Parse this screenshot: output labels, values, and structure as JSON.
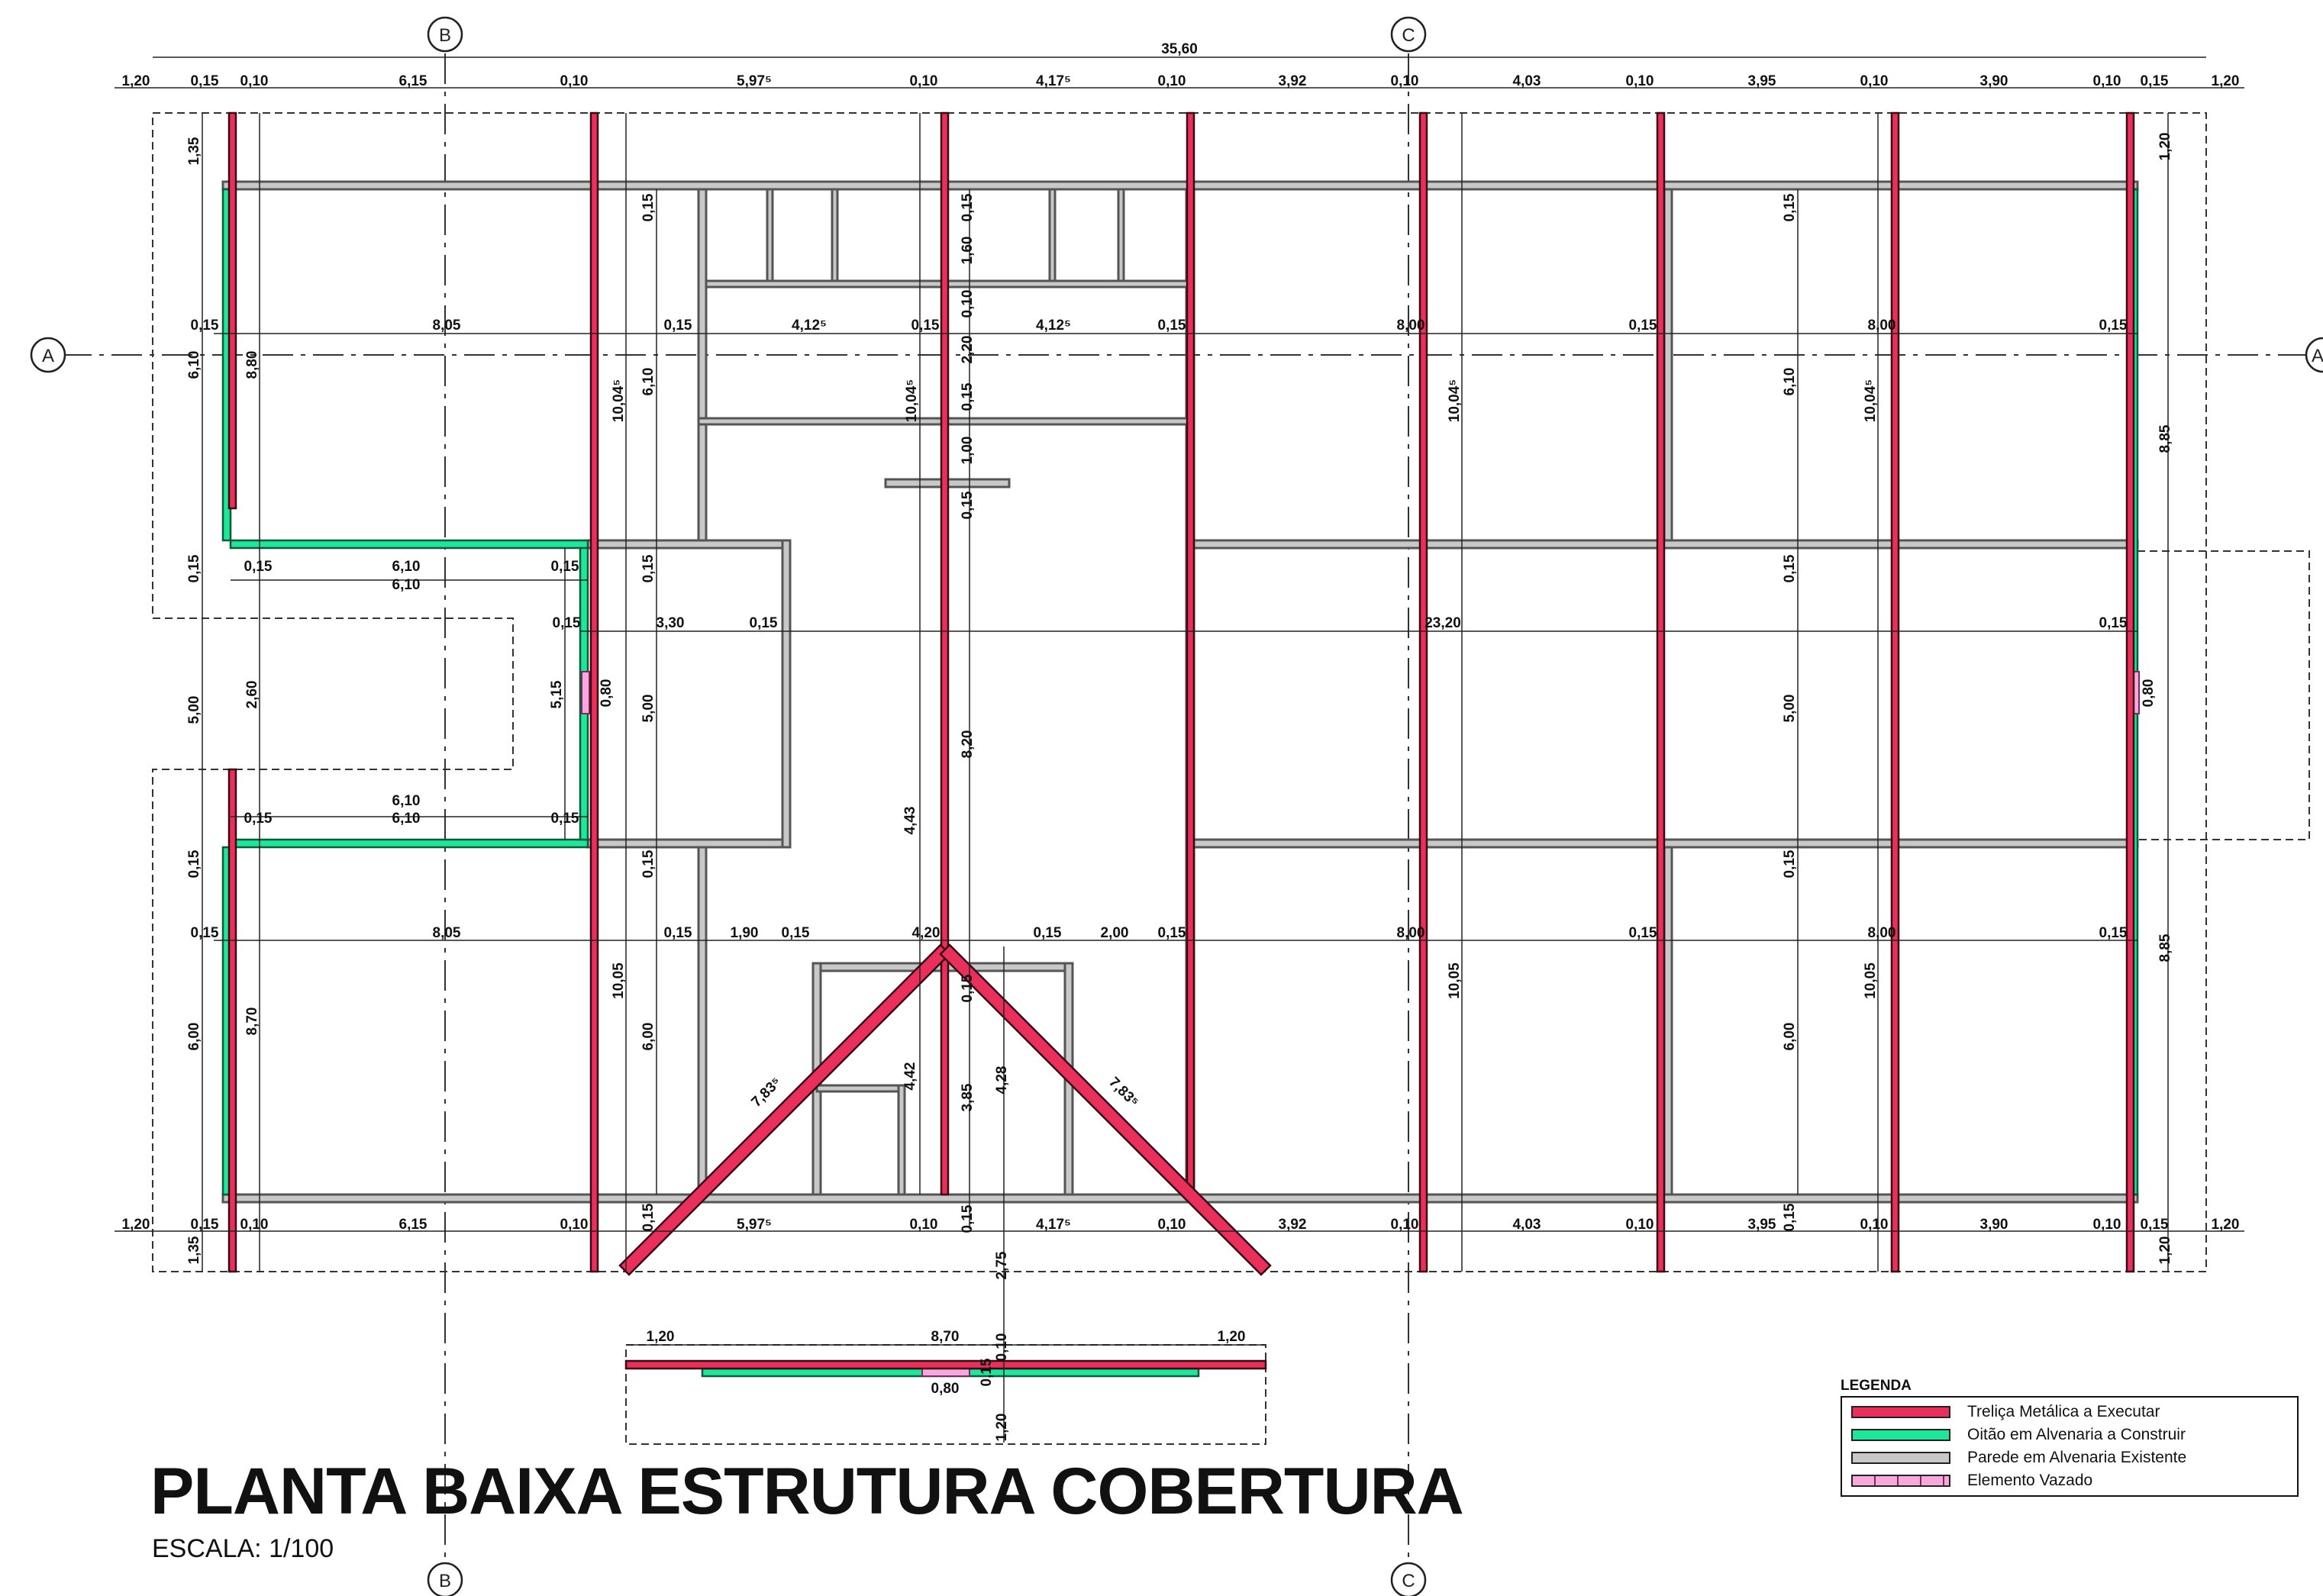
{
  "title": "PLANTA BAIXA ESTRUTURA COBERTURA",
  "scale": "ESCALA: 1/100",
  "grid_axes": {
    "A": "A",
    "B": "B",
    "C": "C"
  },
  "legend": {
    "title": "LEGENDA",
    "items": [
      {
        "label": "Treliça Metálica a Executar",
        "color": "#e8305a",
        "kind": "truss"
      },
      {
        "label": "Oitão em Alvenaria a Construir",
        "color": "#1ee69a",
        "kind": "gable"
      },
      {
        "label": "Parede em Alvenaria Existente",
        "color": "#c8c8c8",
        "kind": "wall"
      },
      {
        "label": "Elemento Vazado",
        "color": "#f7a8dc",
        "kind": "hollow"
      }
    ]
  },
  "dimensions": {
    "overall": "35,60",
    "top_row": [
      "1,20",
      "0,15",
      "0,10",
      "6,15",
      "0,10",
      "5,97⁵",
      "0,10",
      "4,17⁵",
      "0,10",
      "3,92",
      "0,10",
      "4,03",
      "0,10",
      "3,95",
      "0,10",
      "3,90",
      "0,10",
      "0,15",
      "1,20"
    ],
    "bottom_row": [
      "1,20",
      "0,15",
      "0,10",
      "6,15",
      "0,10",
      "5,97⁵",
      "0,10",
      "4,17⁵",
      "0,10",
      "3,92",
      "0,10",
      "4,03",
      "0,10",
      "3,95",
      "0,10",
      "3,90",
      "0,10",
      "0,15",
      "1,20"
    ],
    "upper_row": [
      "0,15",
      "8,05",
      "0,15",
      "4,12⁵",
      "0,15",
      "4,12⁵",
      "0,15",
      "8,00",
      "0,15",
      "8,00",
      "0,15"
    ],
    "mid_row": [
      "0,15",
      "3,30",
      "0,15",
      "23,20",
      "0,15"
    ],
    "lower_row": [
      "0,15",
      "8,05",
      "0,15",
      "1,90",
      "0,15",
      "4,20",
      "0,15",
      "2,00",
      "0,15",
      "8,00",
      "0,15",
      "8,00",
      "0,15"
    ],
    "annex_top": [
      "0,15",
      "6,10",
      "0,15",
      "6,10"
    ],
    "annex_bottom": [
      "6,10",
      "0,15",
      "6,10",
      "0,15"
    ],
    "verticals_left": [
      "1,35",
      "6,10",
      "0,15",
      "5,00",
      "0,15",
      "6,00",
      "1,35"
    ],
    "verticals_left2": [
      "8,80",
      "2,60",
      "8,70"
    ],
    "verticals_right": [
      "1,20",
      "8,85",
      "8,85",
      "1,20"
    ],
    "trusses_vertical": [
      "10,04⁵",
      "10,04⁵",
      "10,04⁵",
      "10,04⁵",
      "10,05",
      "10,05",
      "10,05"
    ],
    "walls_vertical_a": [
      "0,15",
      "6,10",
      "0,15",
      "5,00",
      "0,15",
      "6,00",
      "0,15"
    ],
    "walls_vertical_b": [
      "0,15",
      "6,10",
      "0,15",
      "5,00",
      "0,15",
      "6,00",
      "0,15"
    ],
    "central_stack": [
      "0,15",
      "1,60",
      "0,10",
      "2,20",
      "0,15",
      "1,00",
      "0,15",
      "8,20",
      "0,15",
      "3,85",
      "0,15"
    ],
    "central_misc": [
      "4,43",
      "4,42",
      "4,28",
      "2,75",
      "5,15",
      "0,80",
      "0,80"
    ],
    "diagonals": [
      "7,83⁵",
      "7,83⁵"
    ],
    "porch": [
      "1,20",
      "8,70",
      "1,20",
      "0,10",
      "0,15",
      "0,80",
      "1,20"
    ]
  }
}
